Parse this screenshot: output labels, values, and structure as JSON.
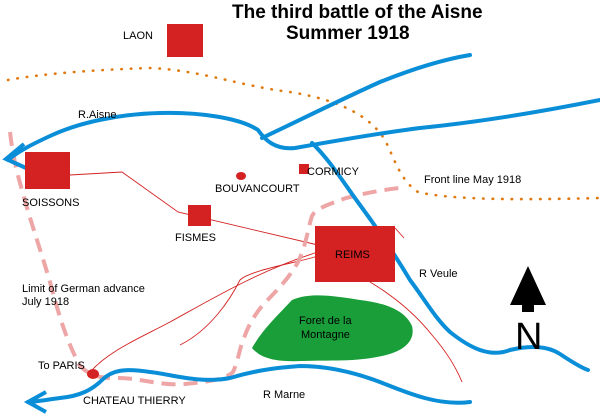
{
  "title": {
    "line1": "The third battle of the Aisne",
    "line2": "Summer 1918"
  },
  "colors": {
    "river": "#0a8ed8",
    "town": "#d42222",
    "road": "#d42222",
    "front_line": "#e07a10",
    "advance_limit": "#eea5a5",
    "forest": "#1a9e3a",
    "text": "#000000"
  },
  "towns": {
    "laon": "LAON",
    "soissons": "SOISSONS",
    "fismes": "FISMES",
    "bouvancourt": "BOUVANCOURT",
    "cormicy": "CORMICY",
    "reims": "REIMS",
    "chateau_thierry": "CHATEAU THIERRY"
  },
  "rivers": {
    "aisne": "R.Aisne",
    "veule": "R Veule",
    "marne": "R Marne"
  },
  "labels": {
    "front_line": "Front line May 1918",
    "advance_line1": "Limit of German advance",
    "advance_line2": "July 1918",
    "to_paris": "To PARIS",
    "forest_line1": "Foret de la",
    "forest_line2": "Montagne"
  },
  "north": {
    "letter": "N",
    "icon": "north-arrow-icon"
  }
}
